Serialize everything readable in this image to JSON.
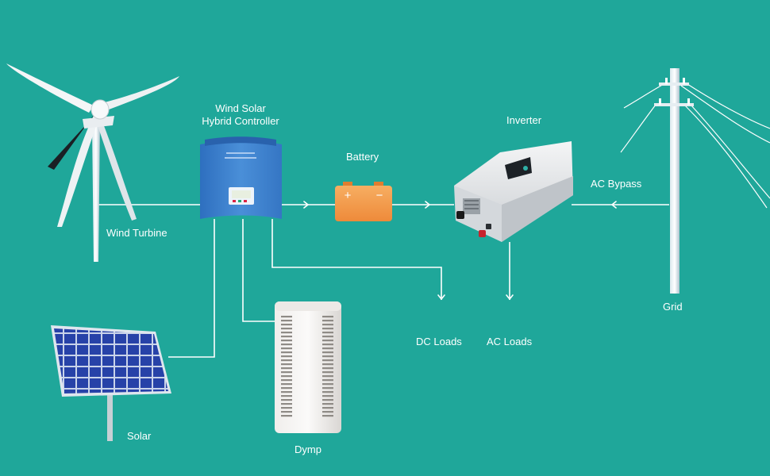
{
  "labels": {
    "wind_turbine": "Wind Turbine",
    "controller_line1": "Wind  Solar",
    "controller_line2": "Hybrid Controller",
    "battery": "Battery",
    "inverter": "Inverter",
    "ac_bypass": "AC Bypass",
    "grid": "Grid",
    "dc_loads": "DC Loads",
    "ac_loads": "AC Loads",
    "solar": "Solar",
    "dump": "Dymp"
  },
  "battery_symbols": {
    "plus": "+",
    "minus": "−"
  },
  "colors": {
    "background": "#1fa79a",
    "line": "#ffffff",
    "controller": "#3f83cf",
    "battery": "#f5a04f",
    "panel": "#2340a6"
  }
}
